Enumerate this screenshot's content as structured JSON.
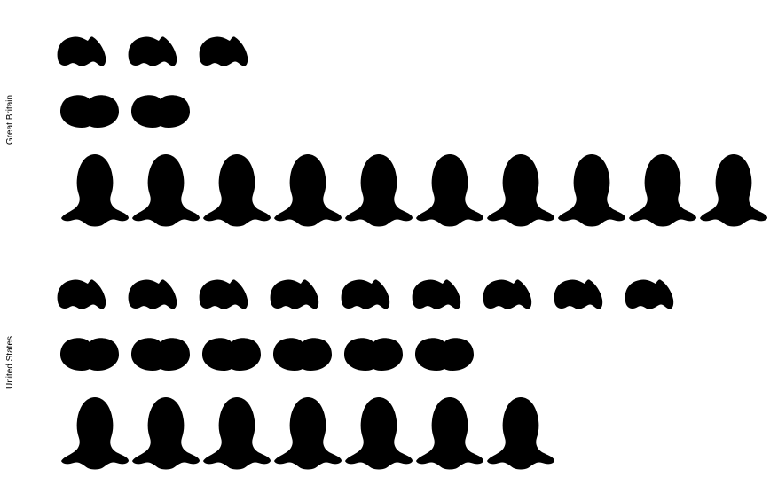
{
  "chart_data": {
    "type": "pictograph",
    "groups": [
      {
        "label": "Great Britain",
        "rows": [
          {
            "icon": "red-blob-icon",
            "count": 3,
            "color": "#c45040"
          },
          {
            "icon": "dark-bean-icon",
            "count": 2,
            "color": "#5a5a5a"
          },
          {
            "icon": "bell-outline-icon",
            "count": 10,
            "color": "#5e8090"
          }
        ]
      },
      {
        "label": "United States",
        "rows": [
          {
            "icon": "red-blob-icon",
            "count": 9,
            "color": "#c45040"
          },
          {
            "icon": "dark-bean-icon",
            "count": 6,
            "color": "#5a5a5a"
          },
          {
            "icon": "bell-outline-icon",
            "count": 7,
            "color": "#5e8090"
          }
        ]
      }
    ]
  }
}
